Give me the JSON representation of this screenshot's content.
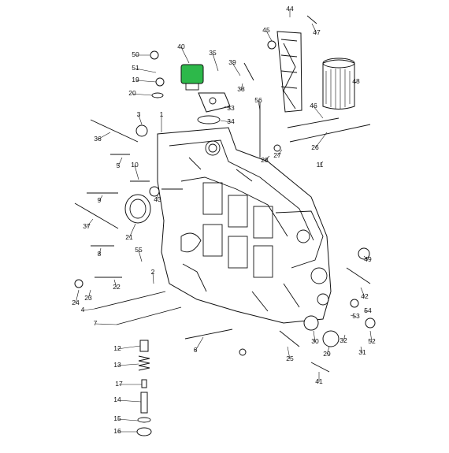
{
  "diagram": {
    "highlight_color": "#2db84a",
    "line_color": "#111111",
    "callouts": [
      "44",
      "45",
      "47",
      "48",
      "50",
      "51",
      "19",
      "20",
      "40",
      "35",
      "39",
      "38",
      "33",
      "34",
      "56",
      "46",
      "26",
      "36",
      "3",
      "1",
      "5",
      "10",
      "28",
      "27",
      "11",
      "9",
      "43",
      "21",
      "37",
      "8",
      "55",
      "22",
      "24",
      "23",
      "2",
      "4",
      "7",
      "12",
      "13",
      "17",
      "14",
      "15",
      "16",
      "6",
      "25",
      "41",
      "42",
      "49",
      "54",
      "53",
      "29",
      "30",
      "32",
      "31",
      "52"
    ]
  }
}
